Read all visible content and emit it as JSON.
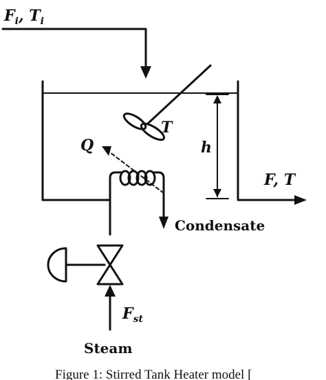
{
  "labels": {
    "inlet_flow": "F",
    "inlet_flow_sub": "i",
    "inlet_sep": ", ",
    "inlet_temp": "T",
    "inlet_temp_sub": "i",
    "tank_temp": "T",
    "heat": "Q",
    "level": "h",
    "outlet": "F, T",
    "condensate": "Condensate",
    "steam_flow": "F",
    "steam_flow_sub": "st",
    "steam": "Steam"
  },
  "caption": "Figure 1: Stirred Tank Heater model [",
  "colors": {
    "ink": "#111111",
    "background": "#ffffff"
  },
  "icons": [
    "arrow-down-icon",
    "arrow-right-icon",
    "arrow-up-icon",
    "valve-icon",
    "actuator-icon",
    "coil-icon",
    "impeller-icon"
  ]
}
